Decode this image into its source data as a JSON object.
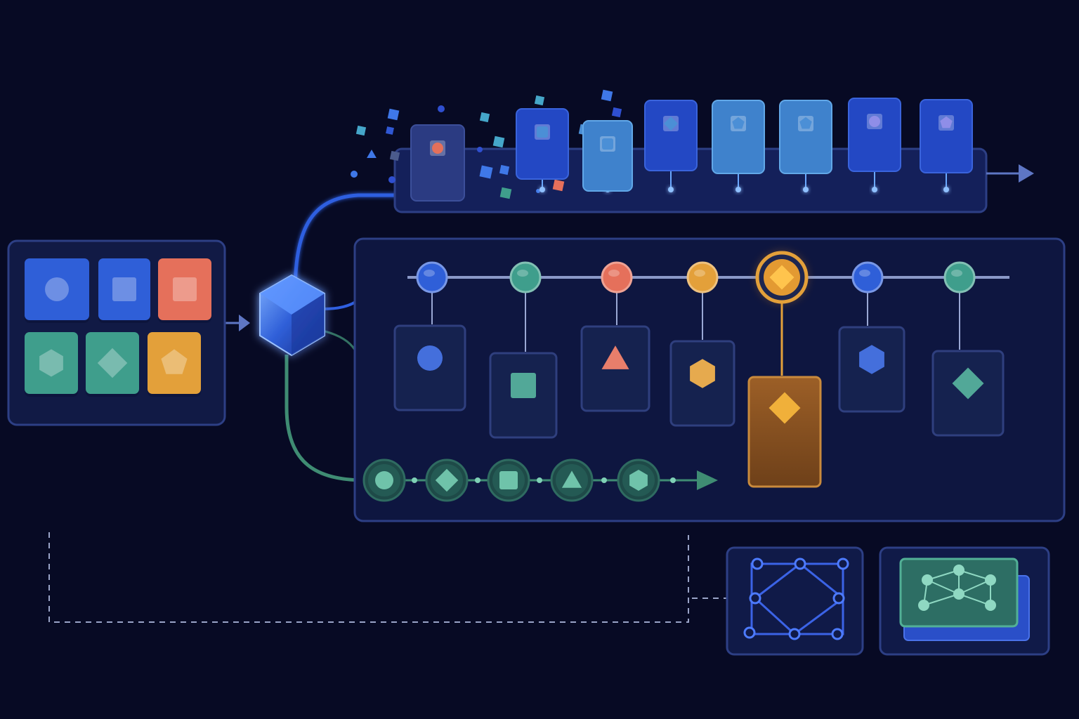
{
  "colors": {
    "background": "#070a24",
    "panel": "#111a45",
    "panel_stroke": "#2d3f85",
    "blue": "#2f5fd8",
    "light_blue": "#4b8fd6",
    "teal": "#3f9e8c",
    "teal_dark": "#2f7566",
    "coral": "#e5705b",
    "orange": "#e3a03a",
    "amber_card": "#8a5323",
    "green_path": "#3f8c73",
    "dash": "#9aa4c8"
  },
  "source_grid": {
    "tiles": [
      {
        "shape": "circle",
        "color": "blue"
      },
      {
        "shape": "square",
        "color": "blue"
      },
      {
        "shape": "square",
        "color": "coral"
      },
      {
        "shape": "hexagon",
        "color": "teal"
      },
      {
        "shape": "diamond",
        "color": "teal"
      },
      {
        "shape": "pentagon",
        "color": "orange"
      }
    ]
  },
  "router": {
    "icon": "crystal-gem-icon"
  },
  "stream": {
    "cards": [
      {
        "shape": "circle",
        "color": "coral",
        "tone": "slate"
      },
      {
        "shape": "square",
        "color": "light_blue",
        "tone": "blue"
      },
      {
        "shape": "square",
        "color": "light_blue",
        "tone": "sky"
      },
      {
        "shape": "diamond",
        "color": "light_blue",
        "tone": "blue"
      },
      {
        "shape": "pentagon",
        "color": "light_blue",
        "tone": "sky"
      },
      {
        "shape": "pentagon",
        "color": "light_blue",
        "tone": "sky"
      },
      {
        "shape": "circle",
        "color": "lavender",
        "tone": "blue"
      },
      {
        "shape": "pentagon",
        "color": "lavender",
        "tone": "blue"
      }
    ]
  },
  "timeline": {
    "nodes": [
      {
        "color": "blue",
        "shape": "circle",
        "selected": false
      },
      {
        "color": "teal",
        "shape": "square",
        "selected": false
      },
      {
        "color": "coral",
        "shape": "triangle",
        "selected": false
      },
      {
        "color": "orange",
        "shape": "hexagon",
        "selected": false
      },
      {
        "color": "orange",
        "shape": "diamond",
        "selected": true
      },
      {
        "color": "blue",
        "shape": "hexagon",
        "selected": false
      },
      {
        "color": "teal",
        "shape": "diamond",
        "selected": false
      }
    ]
  },
  "sequence": {
    "beads": [
      "circle",
      "diamond",
      "square",
      "triangle",
      "hexagon"
    ]
  },
  "outputs": [
    {
      "icon": "polygon-graph-icon"
    },
    {
      "icon": "network-graph-icon"
    }
  ]
}
